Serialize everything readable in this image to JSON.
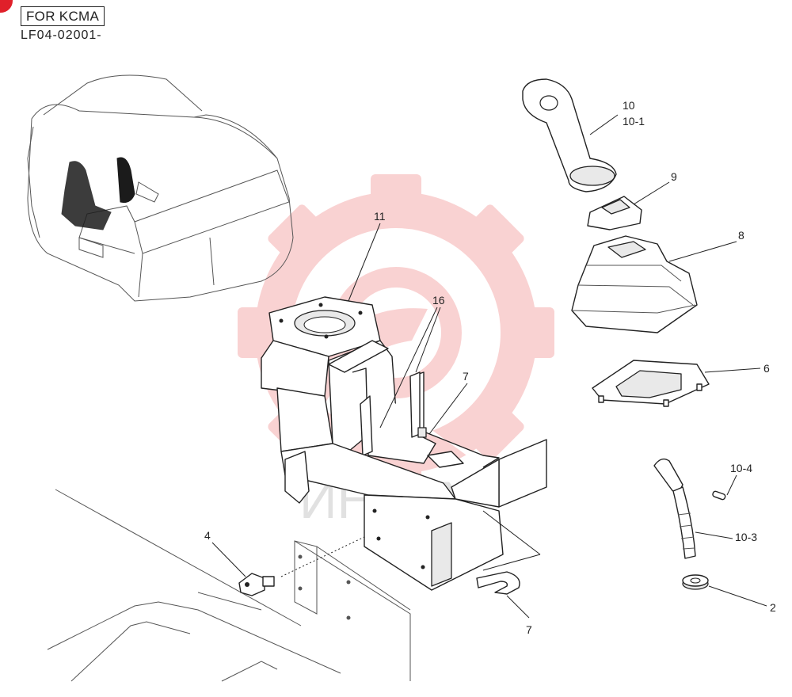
{
  "header": {
    "label": "FOR KCMA",
    "code": "LF04-02001-"
  },
  "watermark": {
    "text": "ИНТЕХ",
    "color": "#f08080"
  },
  "callouts": {
    "c11": "11",
    "c16": "16",
    "c7a": "7",
    "c7b": "7",
    "c10": "10",
    "c10_1": "10-1",
    "c9": "9",
    "c8": "8",
    "c6": "6",
    "c10_4": "10-4",
    "c10_3": "10-3",
    "c2": "2",
    "c4": "4"
  },
  "colors": {
    "badge": "#e0202a",
    "line": "#222222"
  }
}
